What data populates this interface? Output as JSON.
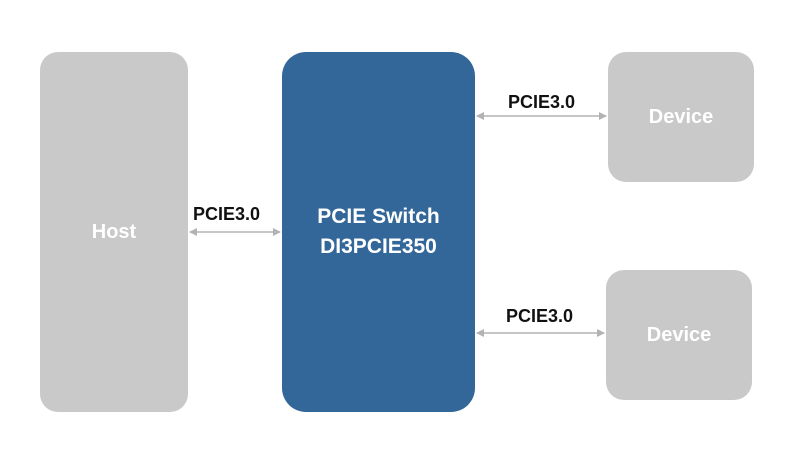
{
  "host": {
    "label": "Host"
  },
  "switch": {
    "line1": "PCIE Switch",
    "line2": "DI3PCIE350"
  },
  "devices": [
    {
      "label": "Device"
    },
    {
      "label": "Device"
    }
  ],
  "links": [
    {
      "label": "PCIE3.0"
    },
    {
      "label": "PCIE3.0"
    },
    {
      "label": "PCIE3.0"
    }
  ],
  "colors": {
    "switch": "#336699",
    "host_device": "#c9c9c9",
    "arrow": "#b3b3b3"
  }
}
